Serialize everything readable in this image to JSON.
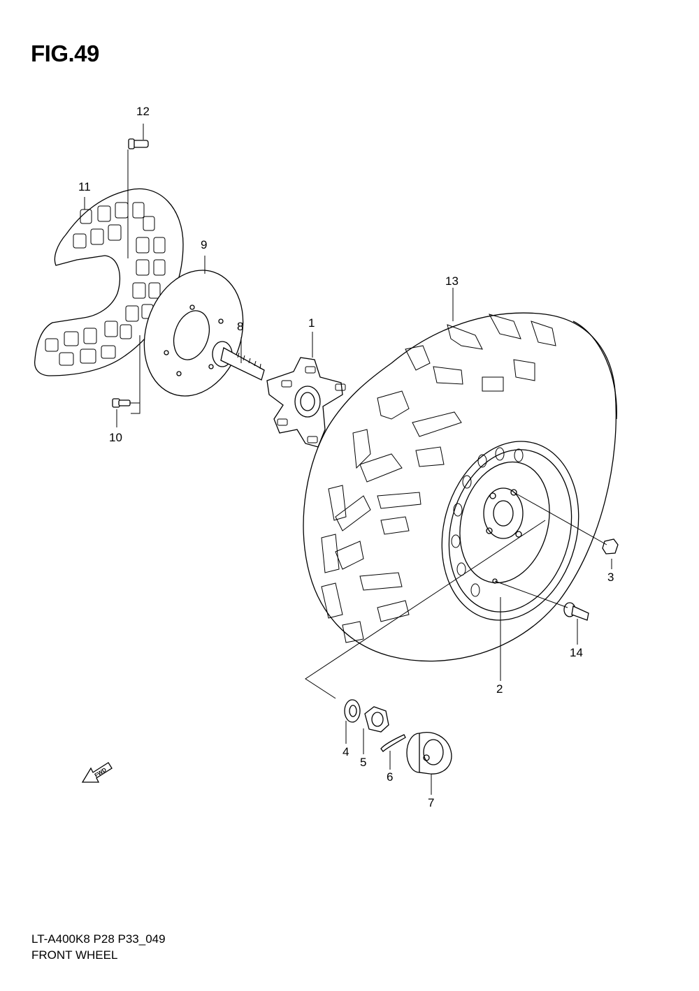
{
  "figure": {
    "title": "FIG.49",
    "model_code": "LT-A400K8 P28 P33_049",
    "section_name": "FRONT WHEEL"
  },
  "callouts": {
    "p1": "1",
    "p2": "2",
    "p3": "3",
    "p4": "4",
    "p5": "5",
    "p6": "6",
    "p7": "7",
    "p8": "8",
    "p9": "9",
    "p10": "10",
    "p11": "11",
    "p12": "12",
    "p13": "13",
    "p14": "14"
  },
  "fwd_arrow": {
    "label": "FWD",
    "icon": "fwd-arrow-icon"
  }
}
